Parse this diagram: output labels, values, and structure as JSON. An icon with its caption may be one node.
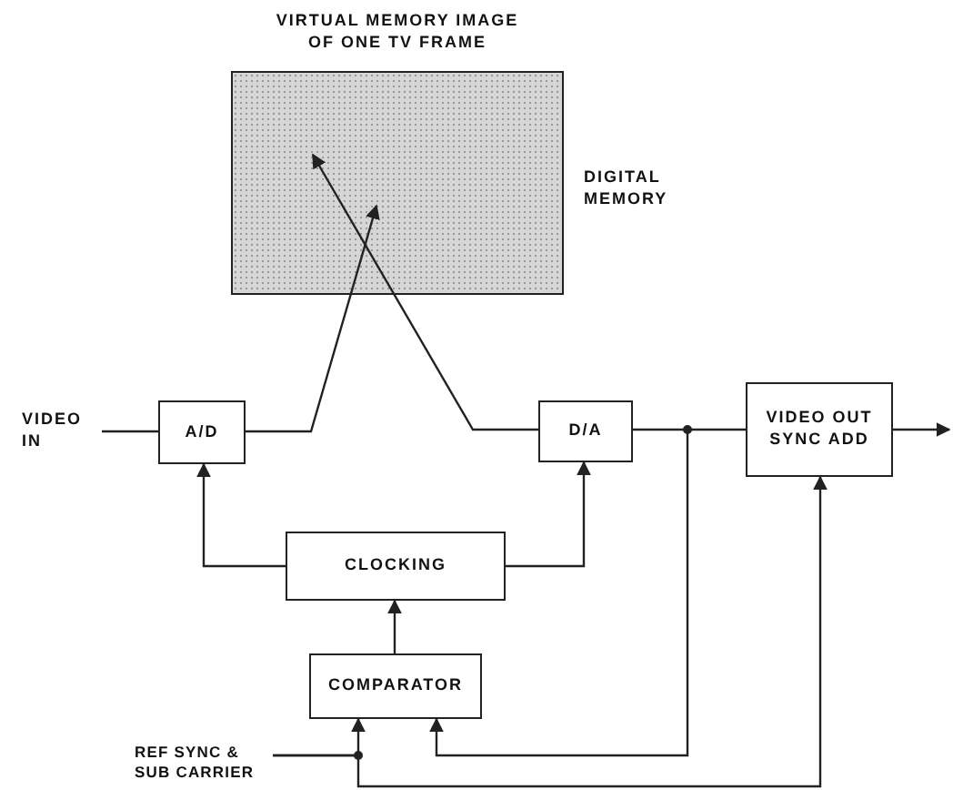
{
  "diagram": {
    "nodes": [
      {
        "text": [
          "VIRTUAL MEMORY IMAGE OF ONE TV FRAME"
        ],
        "beside": [
          "DIGITAL MEMORY"
        ]
      },
      {
        "text": [
          "VIDEO IN"
        ]
      },
      {
        "text": [
          "A/D"
        ]
      },
      {
        "text": [
          "D/A"
        ]
      },
      {
        "text": [
          "VIDEO OUT SYNC ADD"
        ]
      },
      {
        "text": [
          "CLOCKING"
        ]
      },
      {
        "text": [
          "COMPARATOR"
        ]
      },
      {
        "text": [
          "REF SYNC & SUB CARRIER"
        ]
      }
    ],
    "edges": [
      {
        "from": 1,
        "to": 2,
        "arrow": "none"
      },
      {
        "from": 2,
        "to": 0,
        "arrow": "to"
      },
      {
        "from": 3,
        "to": 0,
        "arrow": "to"
      },
      {
        "from": 3,
        "to": 4,
        "arrow": "none"
      },
      {
        "from": 4,
        "to": null,
        "arrow": "to"
      },
      {
        "from": 5,
        "to": 2,
        "arrow": "to"
      },
      {
        "from": 5,
        "to": 3,
        "arrow": "to"
      },
      {
        "from": 6,
        "to": 5,
        "arrow": "to"
      },
      {
        "from": 3,
        "to": 6,
        "arrow": "to"
      },
      {
        "from": 7,
        "to": 6,
        "arrow": "to"
      },
      {
        "from": 7,
        "to": 4,
        "arrow": "to"
      }
    ]
  }
}
